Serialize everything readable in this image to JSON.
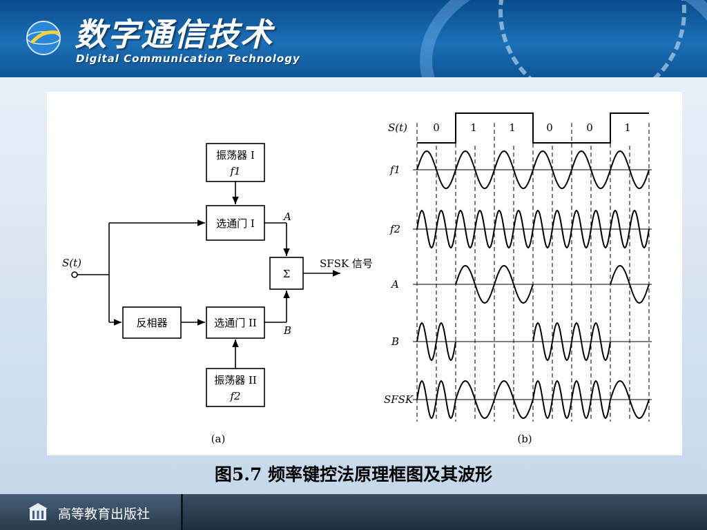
{
  "header": {
    "title_cn": "数字通信技术",
    "title_en": "Digital Communication Technology"
  },
  "diagram_a": {
    "input_label": "S(t)",
    "oscillator1": {
      "name": "振荡器 I",
      "freq": "f1"
    },
    "oscillator2": {
      "name": "振荡器 II",
      "freq": "f2"
    },
    "gate1": "选通门 I",
    "gate2": "选通门 II",
    "inverter": "反相器",
    "summer": "Σ",
    "label_a": "A",
    "label_b": "B",
    "output_label": "SFSK 信号",
    "sublabel": "(a)"
  },
  "diagram_b": {
    "sublabel": "(b)",
    "row_labels": [
      "S(t)",
      "f1",
      "f2",
      "A",
      "B",
      "SFSK"
    ],
    "bits": [
      "0",
      "1",
      "1",
      "0",
      "0",
      "1"
    ]
  },
  "caption": "图5.7  频率键控法原理框图及其波形",
  "footer": {
    "publisher": "高等教育出版社"
  },
  "colors": {
    "header": "#1c6fb6",
    "footer": "#1e2e3d"
  }
}
